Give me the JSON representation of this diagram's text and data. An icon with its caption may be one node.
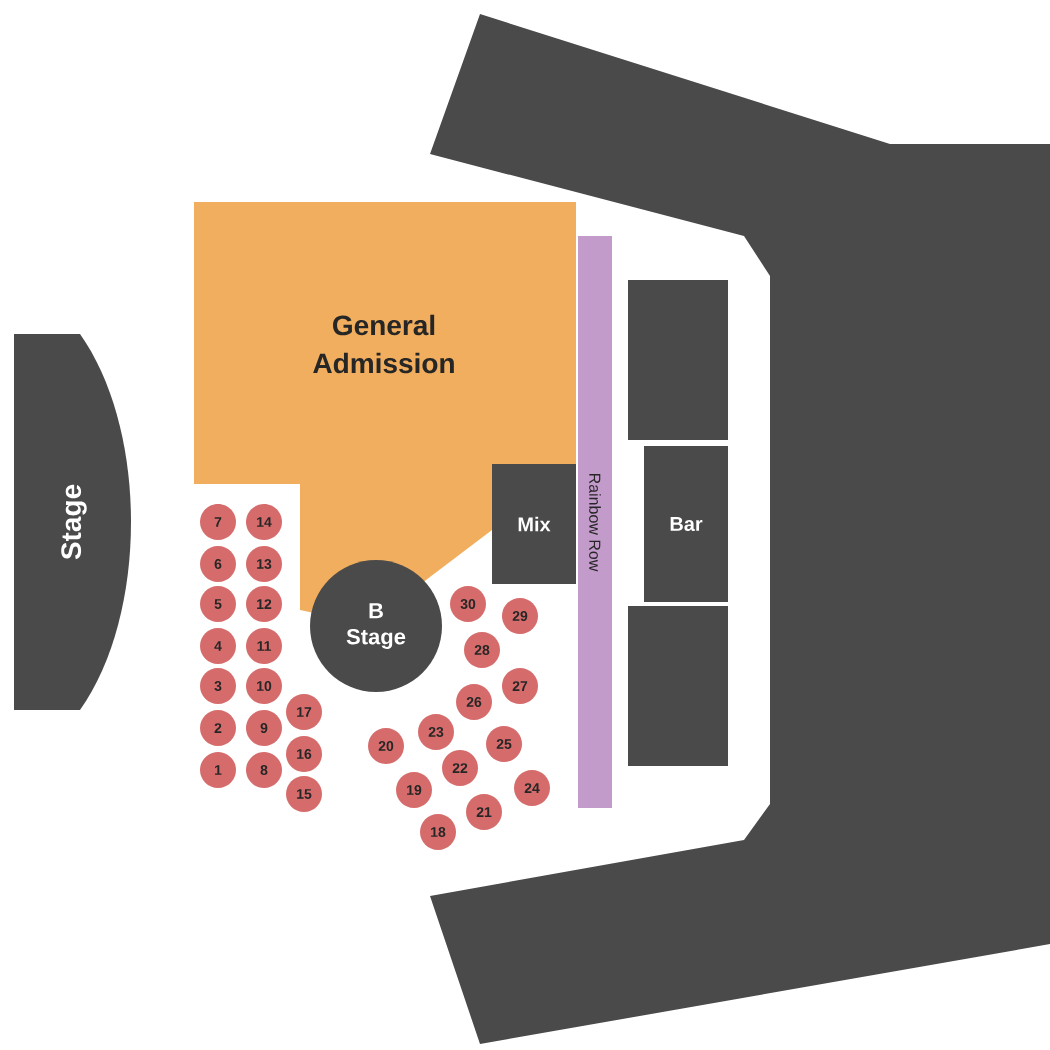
{
  "diagram": {
    "nodes": [
      {
        "text": [
          "Stage"
        ]
      },
      {
        "text": [
          "General Admission"
        ]
      },
      {
        "text": [
          "Rainbow Row"
        ]
      },
      {
        "text": [],
        "shape": "box"
      },
      {
        "text": [
          "Mix"
        ]
      },
      {
        "text": [
          "Bar"
        ]
      },
      {
        "text": [],
        "shape": "box"
      },
      {
        "text": [
          "B Stage"
        ]
      },
      {
        "text": [
          "1"
        ]
      },
      {
        "text": [
          "2"
        ]
      },
      {
        "text": [
          "3"
        ]
      },
      {
        "text": [
          "4"
        ]
      },
      {
        "text": [
          "5"
        ]
      },
      {
        "text": [
          "6"
        ]
      },
      {
        "text": [
          "7"
        ]
      },
      {
        "text": [
          "8"
        ]
      },
      {
        "text": [
          "9"
        ]
      },
      {
        "text": [
          "10"
        ]
      },
      {
        "text": [
          "11"
        ]
      },
      {
        "text": [
          "12"
        ]
      },
      {
        "text": [
          "13"
        ]
      },
      {
        "text": [
          "14"
        ]
      },
      {
        "text": [
          "15"
        ]
      },
      {
        "text": [
          "16"
        ]
      },
      {
        "text": [
          "17"
        ]
      },
      {
        "text": [
          "18"
        ]
      },
      {
        "text": [
          "19"
        ]
      },
      {
        "text": [
          "20"
        ]
      },
      {
        "text": [
          "21"
        ]
      },
      {
        "text": [
          "22"
        ]
      },
      {
        "text": [
          "23"
        ]
      },
      {
        "text": [
          "24"
        ]
      },
      {
        "text": [
          "25"
        ]
      },
      {
        "text": [
          "26"
        ]
      },
      {
        "text": [
          "27"
        ]
      },
      {
        "text": [
          "28"
        ]
      },
      {
        "text": [
          "29"
        ]
      },
      {
        "text": [
          "30"
        ]
      }
    ]
  }
}
